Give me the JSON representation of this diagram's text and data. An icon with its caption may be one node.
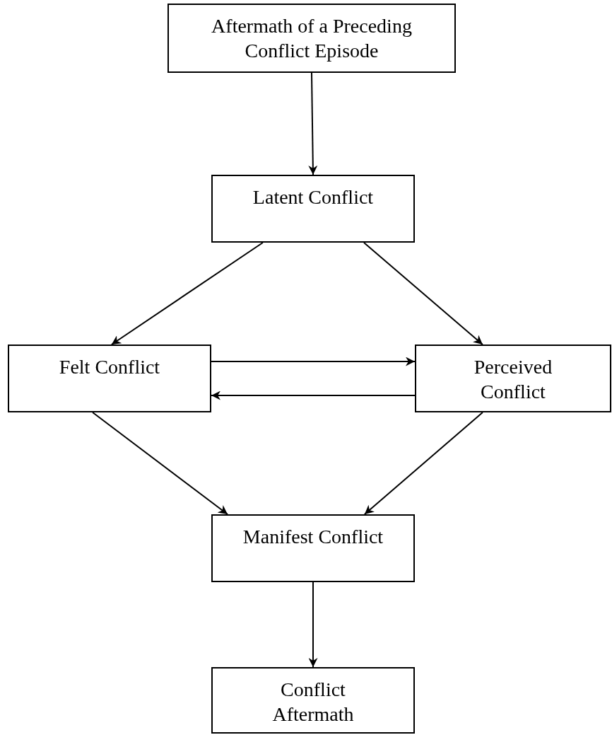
{
  "diagram": {
    "nodes": [
      {
        "text": [
          "Aftermath of a Preceding Conflict Episode"
        ]
      },
      {
        "text": [
          "Latent Conflict"
        ]
      },
      {
        "text": [
          "Felt Conflict"
        ]
      },
      {
        "text": [
          "Perceived Conflict"
        ]
      },
      {
        "text": [
          "Manifest Conflict"
        ]
      },
      {
        "text": [
          "Conflict Aftermath"
        ]
      }
    ],
    "edges": [
      {
        "from": 0,
        "to": 1,
        "arrow": "to"
      },
      {
        "from": 1,
        "to": 2,
        "arrow": "to"
      },
      {
        "from": 1,
        "to": 3,
        "arrow": "to"
      },
      {
        "from": 2,
        "to": 3,
        "arrow": "to"
      },
      {
        "from": 3,
        "to": 2,
        "arrow": "to"
      },
      {
        "from": 2,
        "to": 4,
        "arrow": "to"
      },
      {
        "from": 3,
        "to": 4,
        "arrow": "to"
      },
      {
        "from": 4,
        "to": 5,
        "arrow": "to"
      }
    ]
  }
}
